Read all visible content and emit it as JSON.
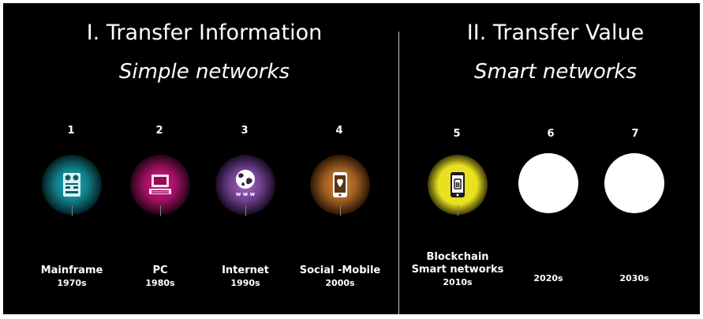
{
  "left_section": {
    "title": "I. Transfer Information",
    "subtitle": "Simple networks"
  },
  "right_section": {
    "title": "II. Transfer Value",
    "subtitle": "Smart networks"
  },
  "stages": [
    {
      "number": "1",
      "name": "Mainframe",
      "era": "1970s",
      "icon": "mainframe-icon",
      "color": "#19b5c3"
    },
    {
      "number": "2",
      "name": "PC",
      "era": "1980s",
      "icon": "computer-icon",
      "color": "#e0198b"
    },
    {
      "number": "3",
      "name": "Internet",
      "era": "1990s",
      "icon": "globe-www-icon",
      "color": "#a466c9"
    },
    {
      "number": "4",
      "name": "Social -Mobile",
      "era": "2000s",
      "icon": "smartphone-icon",
      "color": "#d98a3a"
    },
    {
      "number": "5",
      "name_line1": "Blockchain",
      "name_line2": "Smart networks",
      "era": "2010s",
      "icon": "blockchain-phone-icon",
      "color": "#e8e020"
    },
    {
      "number": "6",
      "era": "2020s",
      "color": "#ffffff"
    },
    {
      "number": "7",
      "era": "2030s",
      "color": "#ffffff"
    }
  ]
}
